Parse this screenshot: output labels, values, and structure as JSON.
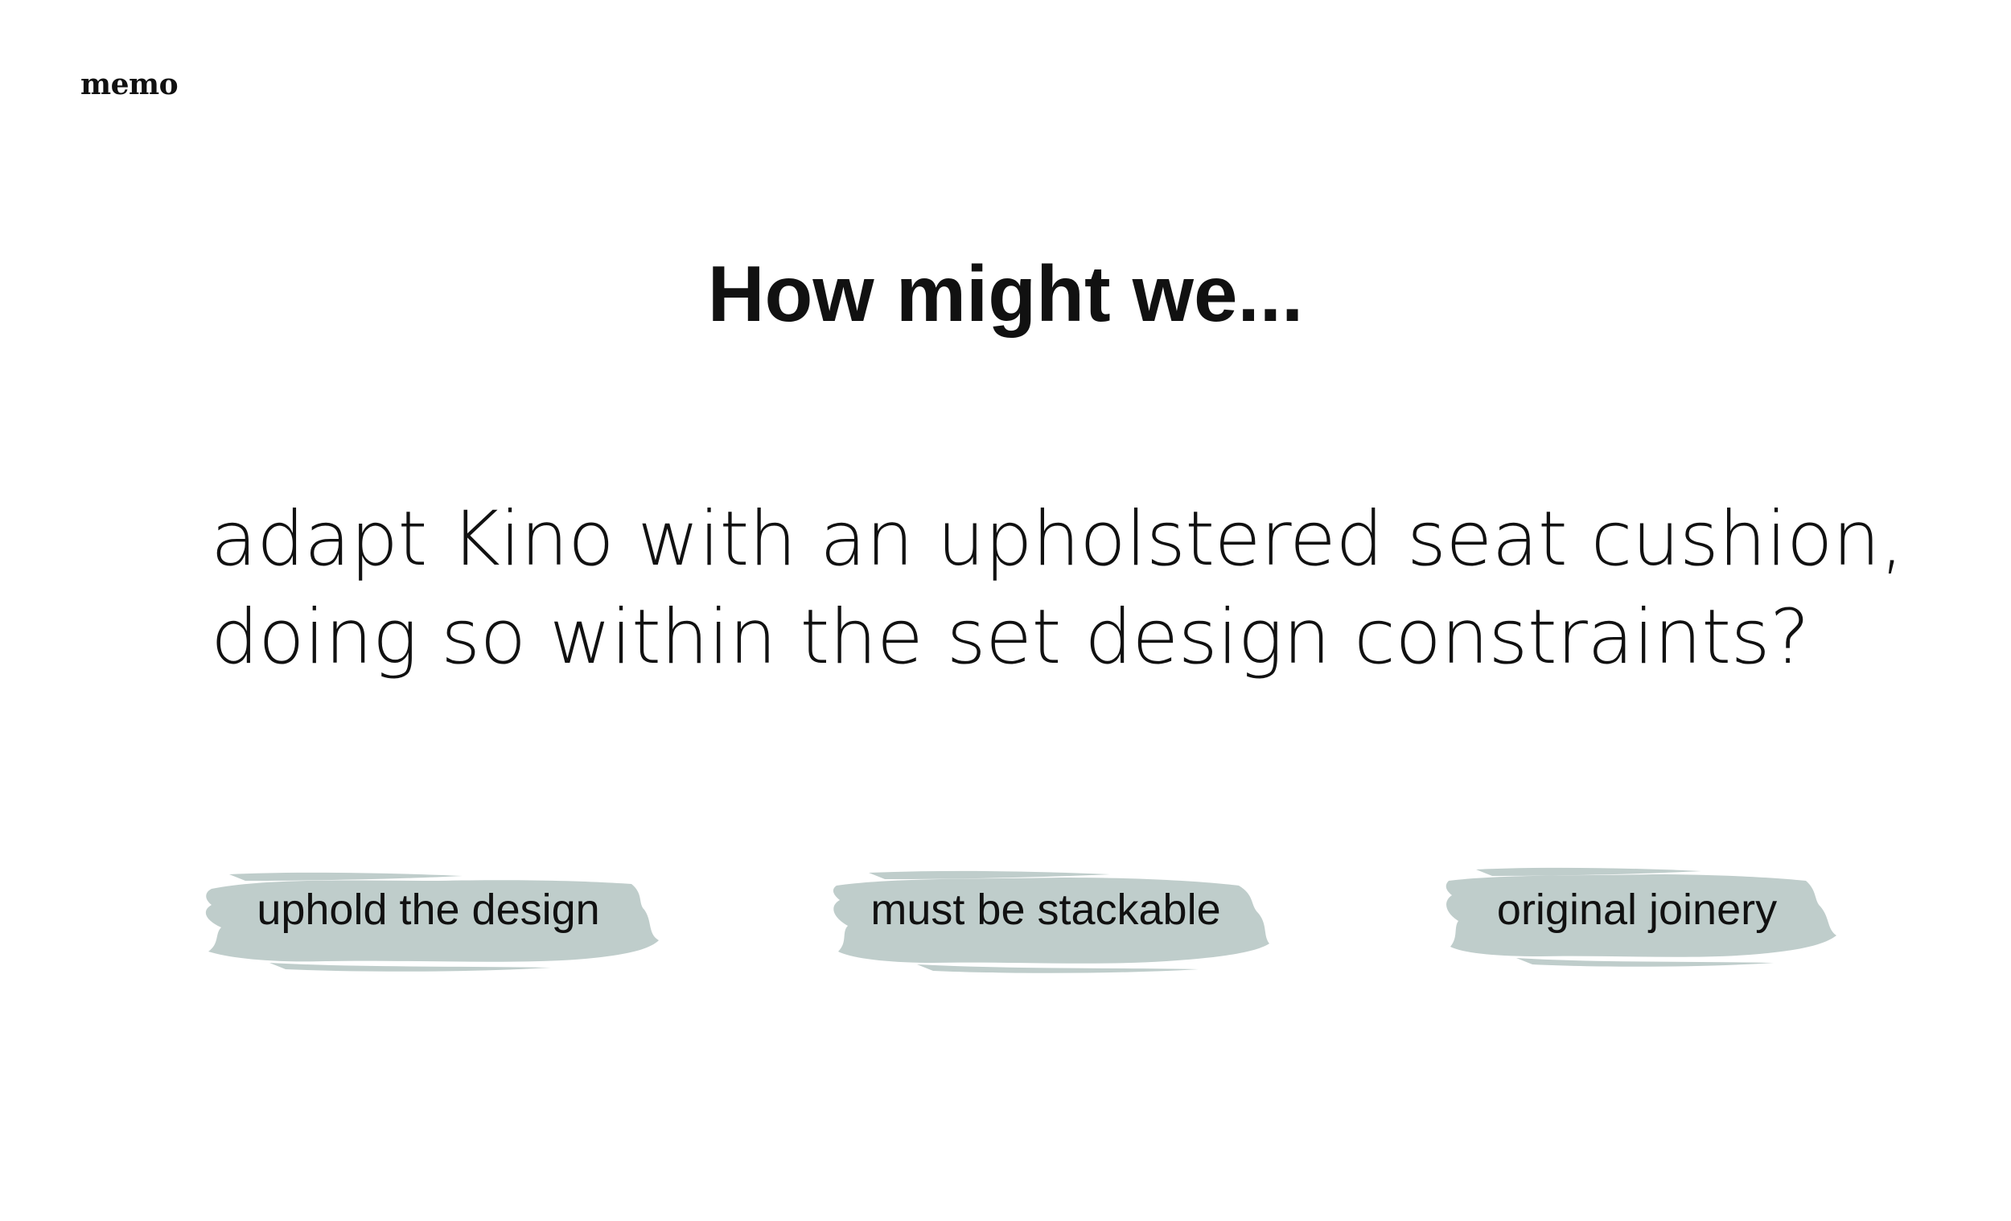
{
  "brand": {
    "name": "memo"
  },
  "slide": {
    "heading": "How might we...",
    "statement_lines": [
      "adapt Kino with an upholstered seat cushion,",
      "doing so within the set design constraints?"
    ]
  },
  "tags": [
    {
      "label": "uphold the design"
    },
    {
      "label": "must be stackable"
    },
    {
      "label": "original joinery"
    }
  ],
  "colors": {
    "brush": "#bfcdcb",
    "text": "#111111",
    "background": "#ffffff"
  }
}
